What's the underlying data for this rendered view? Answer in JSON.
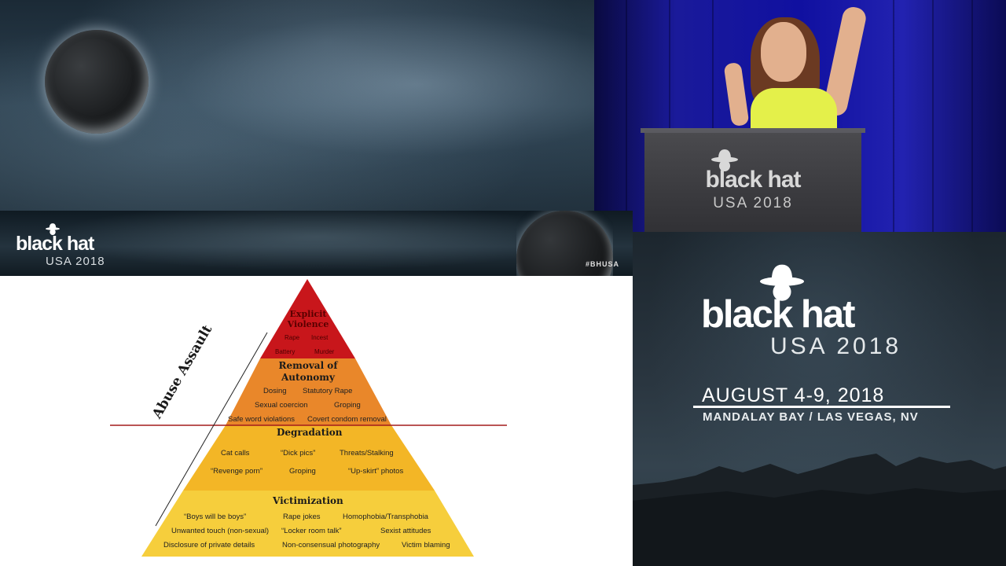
{
  "event": {
    "brand": "black hat",
    "edition": "USA 2018",
    "dates": "AUGUST 4-9, 2018",
    "venue": "MANDALAY BAY / LAS VEGAS, NV",
    "hashtag": "#BHUSA"
  },
  "podium": {
    "brand": "black hat",
    "edition": "USA 2018"
  },
  "pyramid": {
    "side_label": "Abuse Assault",
    "tiers": [
      {
        "title": "Explicit Violence",
        "items": [
          "Rape",
          "Incest",
          "Battery",
          "Murder"
        ],
        "color": "#c8161b"
      },
      {
        "title": "Removal of Autonomy",
        "items": [
          "Dosing",
          "Statutory Rape",
          "Sexual coercion",
          "Groping",
          "Safe word violations",
          "Covert condom removal"
        ],
        "color": "#e9872a"
      },
      {
        "title": "Degradation",
        "items": [
          "Cat calls",
          "“Dick pics”",
          "Threats/Stalking",
          "“Revenge porn”",
          "Groping",
          "“Up-skirt” photos"
        ],
        "color": "#f3b626"
      },
      {
        "title": "Victimization",
        "items": [
          "“Boys will be boys”",
          "Rape jokes",
          "Homophobia/Transphobia",
          "Unwanted touch (non-sexual)",
          "“Locker room talk”",
          "Sexist attitudes",
          "Disclosure of private details",
          "Non-consensual photography",
          "Victim blaming"
        ],
        "color": "#f6ce3c"
      }
    ],
    "divider_color": "#a31c1c"
  }
}
